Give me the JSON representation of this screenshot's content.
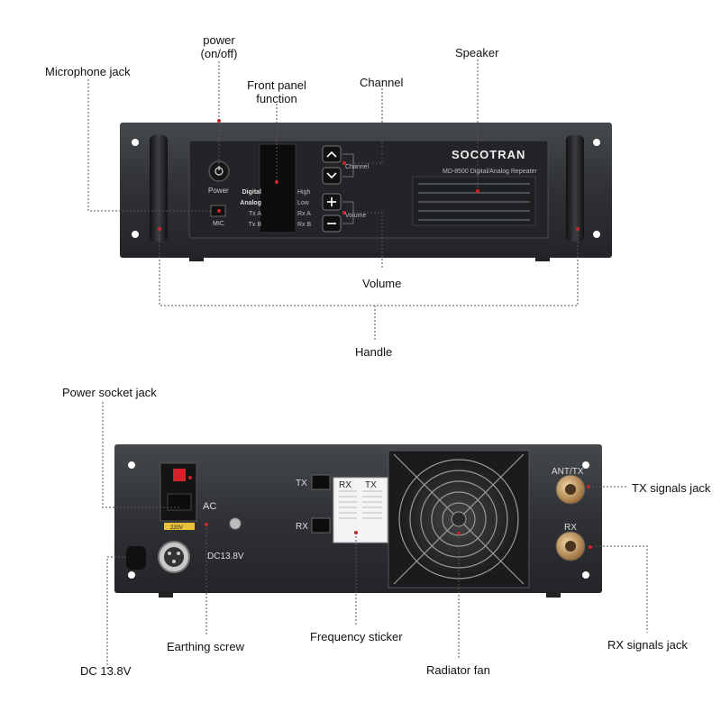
{
  "front": {
    "callouts": {
      "power": [
        "power",
        "(on/off)"
      ],
      "microphone_jack": "Microphone jack",
      "front_panel_function": [
        "Front panel",
        "function"
      ],
      "channel": "Channel",
      "speaker": "Speaker",
      "volume": "Volume",
      "handle": "Handle"
    },
    "panel": {
      "brand": "SOCOTRAN",
      "model": "MD-8500 Digital/Analog Repeater",
      "power_label": "Power",
      "mic_label": "MIC",
      "channel_label": "Channel",
      "volume_label": "Volume",
      "indicators_left": [
        "Digital",
        "Analog",
        "Tx A",
        "Tx B"
      ],
      "indicators_right": [
        "High",
        "Low",
        "Rx A",
        "Rx B"
      ]
    }
  },
  "rear": {
    "callouts": {
      "power_socket_jack": "Power socket jack",
      "tx_signals_jack": "TX signals jack",
      "earthing_screw": "Earthing screw",
      "frequency_sticker": "Frequency sticker",
      "rx_signals_jack": "RX signals jack",
      "dc_13_8v": "DC 13.8V",
      "radiator_fan": "Radiator fan"
    },
    "panel": {
      "ac_label": "AC",
      "dc_label": "DC13.8V",
      "voltage_label": "220V",
      "tx_port_label": "TX",
      "rx_port_label": "RX",
      "ant_tx_label": "ANT/TX",
      "rx_jack_label": "RX",
      "sticker_rx": "RX",
      "sticker_tx": "TX"
    }
  },
  "colors": {
    "chassis": "#2b2d30",
    "chassis_light": "#3a3d41",
    "panel_inner": "#1c1d1f",
    "accent_red": "#d2232a",
    "leader_line": "#555555"
  }
}
